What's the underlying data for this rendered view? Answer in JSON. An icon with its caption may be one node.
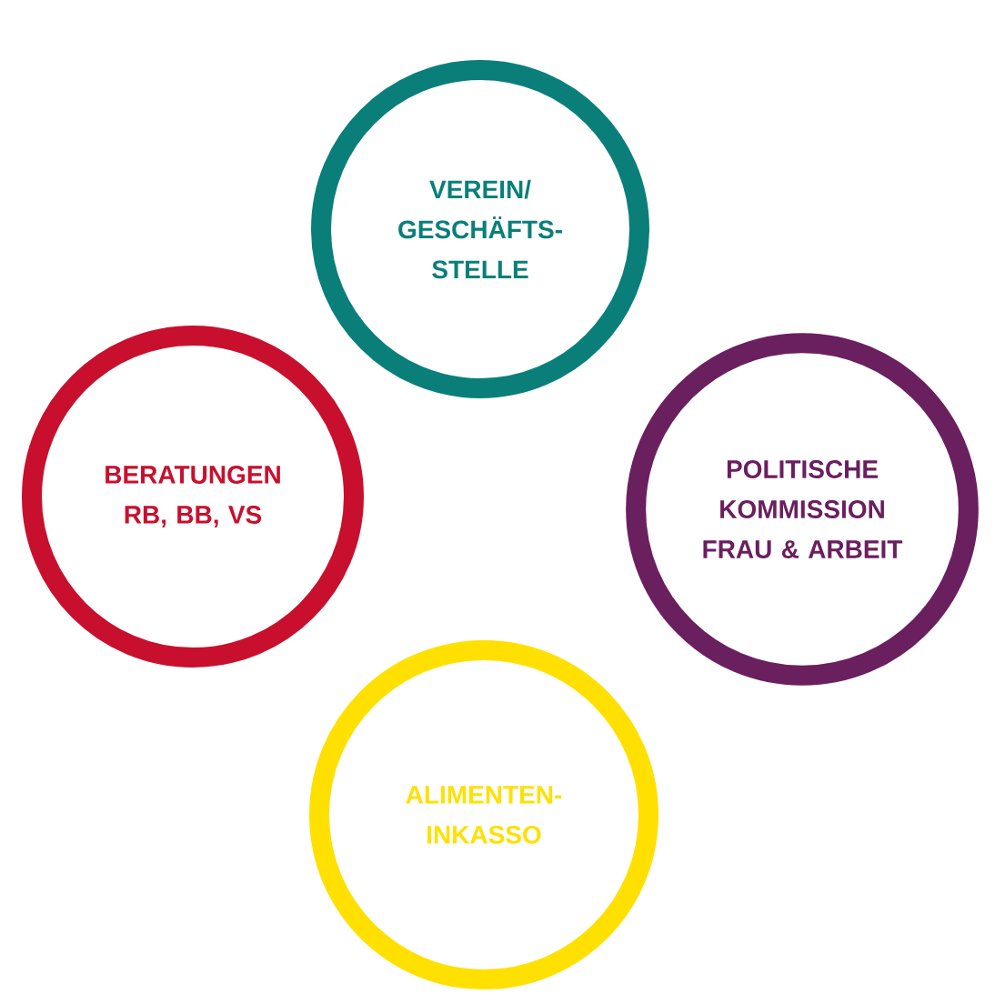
{
  "diagram": {
    "nodes": [
      {
        "text": [
          "VEREIN/ GESCHÄFTS- STELLE"
        ]
      },
      {
        "text": [
          "BERATUNGEN RB, BB, VS"
        ]
      },
      {
        "text": [
          "POLITISCHE KOMMISSION FRAU & ARBEIT"
        ]
      },
      {
        "text": [
          "ALIMENTEN- INKASSO"
        ]
      }
    ]
  }
}
